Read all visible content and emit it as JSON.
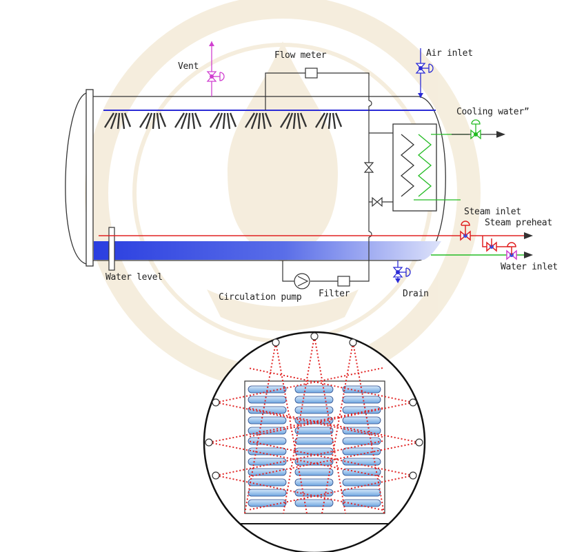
{
  "labels": {
    "vent": "Vent",
    "flow_meter": "Flow meter",
    "air_inlet": "Air inlet",
    "cooling_water": "Cooling water”",
    "steam_inlet": "Steam inlet",
    "steam_preheat": "Steam preheat",
    "water_inlet": "Water inlet",
    "water_level": "Water level",
    "circulation_pump": "Circulation pump",
    "filter": "Filter",
    "drain": "Drain"
  },
  "colors": {
    "line": "#333333",
    "spray_header": "#2b2bd6",
    "steam_line": "#e02020",
    "cooling_line": "#22bb22",
    "vent_valve": "#d040d0",
    "water_fill": "#3a4ee0",
    "spray_dots": "#e02020",
    "pouch_fill": "#9fc6ee",
    "watermark": "#c9a24a"
  },
  "icons": [
    "valve-icon",
    "pump-icon",
    "filter-icon",
    "flow-meter-icon",
    "spray-nozzle-icon",
    "heat-exchanger-icon",
    "pouch-icon",
    "watermark-seal-icon"
  ]
}
